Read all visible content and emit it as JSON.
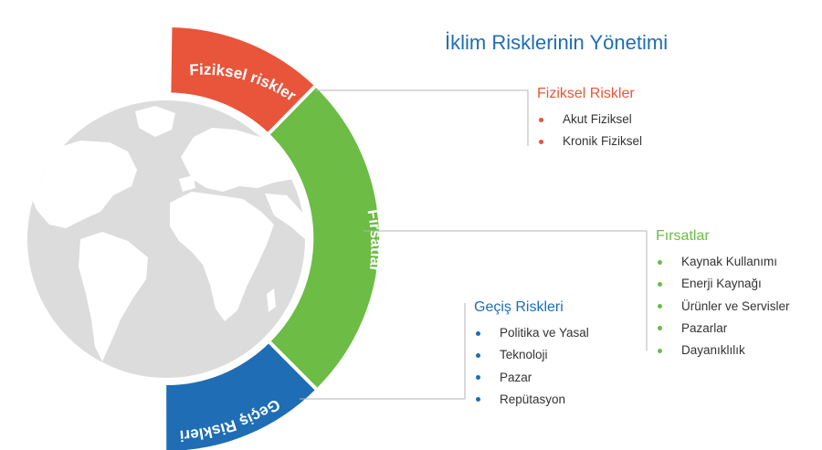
{
  "title": "İklim Risklerinin Yönetimi",
  "arc_labels": {
    "physical": "Fiziksel riskler",
    "opportunities": "Fırsatlar",
    "transition": "Geçiş Riskleri"
  },
  "colors": {
    "physical": "#e8553a",
    "opportunities": "#6cbc45",
    "transition": "#1f6db4",
    "globe": "#dcdcdc",
    "connector": "#b5b5b5"
  },
  "groups": {
    "physical": {
      "heading": "Fiziksel Riskler",
      "items": [
        "Akut Fiziksel",
        "Kronik Fiziksel"
      ]
    },
    "opportunities": {
      "heading": "Fırsatlar",
      "items": [
        "Kaynak Kullanımı",
        "Enerji Kaynağı",
        "Ürünler ve Servisler",
        "Pazarlar",
        "Dayanıklılık"
      ]
    },
    "transition": {
      "heading": "Geçiş Riskleri",
      "items": [
        "Politika ve Yasal",
        "Teknoloji",
        "Pazar",
        "Repütasyon"
      ]
    }
  }
}
